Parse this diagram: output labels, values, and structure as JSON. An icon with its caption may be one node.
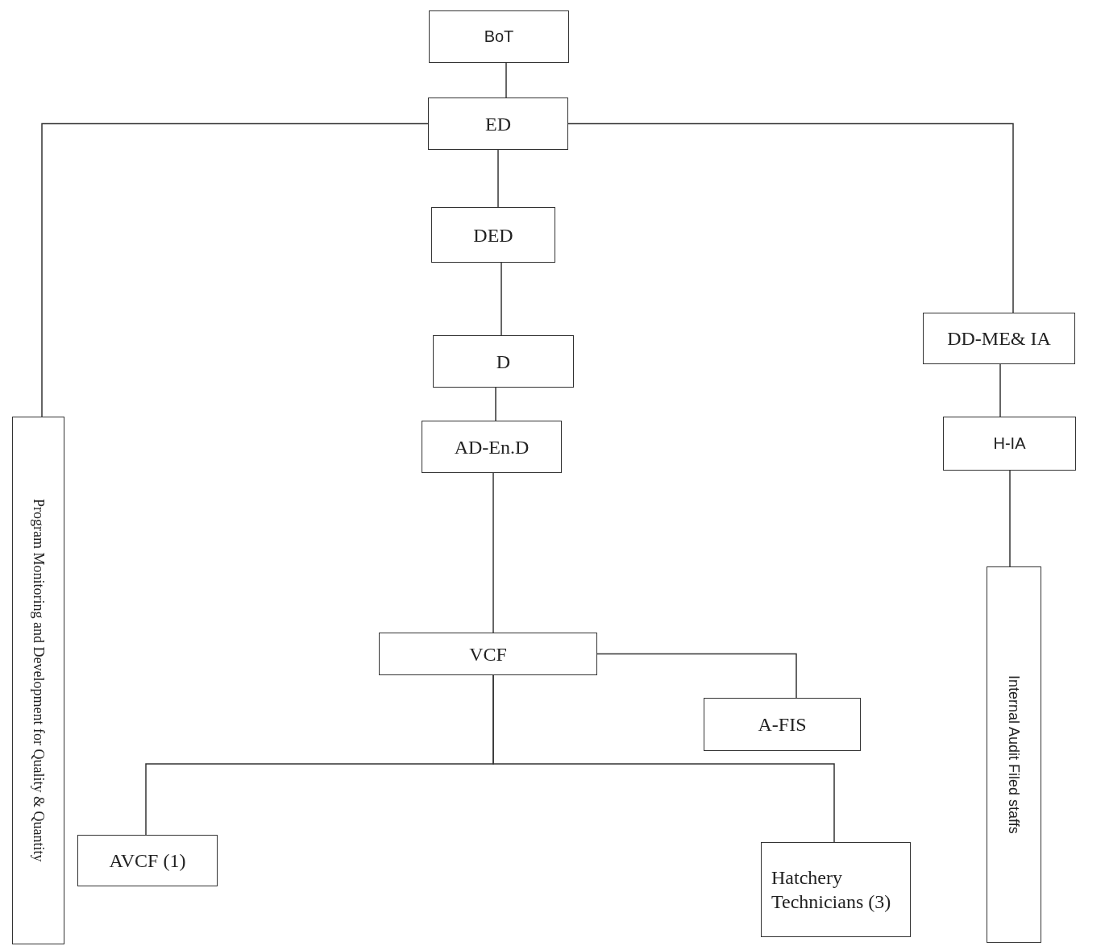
{
  "diagram": {
    "nodes": [
      {
        "text": [
          "BoT"
        ]
      },
      {
        "text": [
          "ED"
        ]
      },
      {
        "text": [
          "DED"
        ]
      },
      {
        "text": [
          "D"
        ]
      },
      {
        "text": [
          "AD-En.D"
        ]
      },
      {
        "text": [
          "VCF"
        ]
      },
      {
        "text": [
          "A-FIS"
        ]
      },
      {
        "text": [
          "AVCF (1)"
        ]
      },
      {
        "text": [
          "Hatchery Technicians (3)"
        ]
      },
      {
        "text": [
          "DD-ME& IA"
        ]
      },
      {
        "text": [
          "H-IA"
        ]
      },
      {
        "text": [
          "Internal Audit Filed staffs"
        ]
      },
      {
        "text": [
          "Program Monitoring and Development for Quality & Quantity"
        ]
      }
    ],
    "edges": [
      {
        "from": 0,
        "to": 1,
        "arrow": "none"
      },
      {
        "from": 1,
        "to": 2,
        "arrow": "none"
      },
      {
        "from": 2,
        "to": 3,
        "arrow": "none"
      },
      {
        "from": 3,
        "to": 4,
        "arrow": "none"
      },
      {
        "from": 4,
        "to": 5,
        "arrow": "none"
      },
      {
        "from": 5,
        "to": 6,
        "arrow": "none"
      },
      {
        "from": 5,
        "to": 7,
        "arrow": "none"
      },
      {
        "from": 5,
        "to": 8,
        "arrow": "none"
      },
      {
        "from": 1,
        "to": 12,
        "arrow": "none"
      },
      {
        "from": 1,
        "to": 9,
        "arrow": "none"
      },
      {
        "from": 9,
        "to": 10,
        "arrow": "none"
      },
      {
        "from": 10,
        "to": 11,
        "arrow": "none"
      }
    ]
  }
}
